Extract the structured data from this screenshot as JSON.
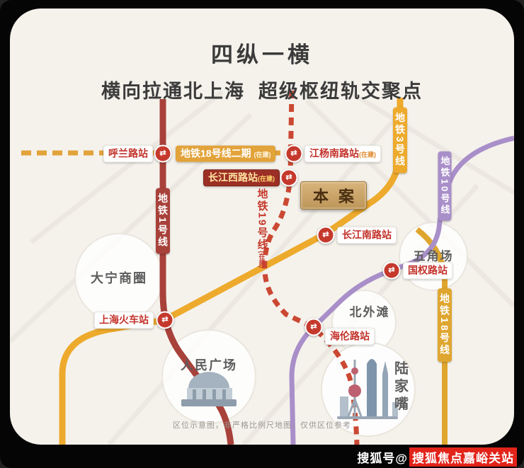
{
  "title": {
    "line1": "四纵一横",
    "line2": "横向拉通北上海  超级枢纽轨交聚点"
  },
  "lines": {
    "line1": {
      "label": "地铁1号线"
    },
    "line3": {
      "label": "地铁3号线"
    },
    "line10": {
      "label": "地铁10号线"
    },
    "line18": {
      "label": "地铁18号线"
    },
    "line18_phase2": {
      "label": "地铁18号线二期",
      "suffix": "(在建)"
    },
    "line19": {
      "label": "地铁19号线",
      "suffix": "(在建)"
    }
  },
  "stations": {
    "hulan": {
      "name": "呼兰路站"
    },
    "jiangyang": {
      "name": "江杨南路站",
      "suffix": "(在建)"
    },
    "changjiang_west": {
      "name": "长江西路站",
      "suffix": "(在建)"
    },
    "changjiang_south": {
      "name": "长江南路站"
    },
    "guoquan": {
      "name": "国权路站"
    },
    "hailun": {
      "name": "海伦路站"
    },
    "railway": {
      "name": "上海火车站"
    }
  },
  "areas": {
    "daning": "大宁商圈",
    "renmin": "人民广场",
    "wujiaochang": "五角场",
    "beiwaitan": "北外滩",
    "lujiazui": "陆家嘴"
  },
  "project": {
    "label": "本案"
  },
  "notes": {
    "disclaimer": "区位示意图，非严格比例尺地图，仅供区位参考"
  },
  "watermark": {
    "prefix": "搜狐号@",
    "name": "搜狐焦点嘉峪关站"
  },
  "icons": {
    "interchange": "⇄"
  },
  "colors": {
    "background": "#050505",
    "card": "#f5f2ec",
    "line1": "#a8413a",
    "line3": "#edaa2c",
    "line10": "#a98fc9",
    "line18": "#dfa62f",
    "line18_phase2": "#e2a33a",
    "line19": "#cb4833",
    "station_text": "#c3332b",
    "project_box": "#c9a365",
    "watermark_red": "#e2231a"
  }
}
